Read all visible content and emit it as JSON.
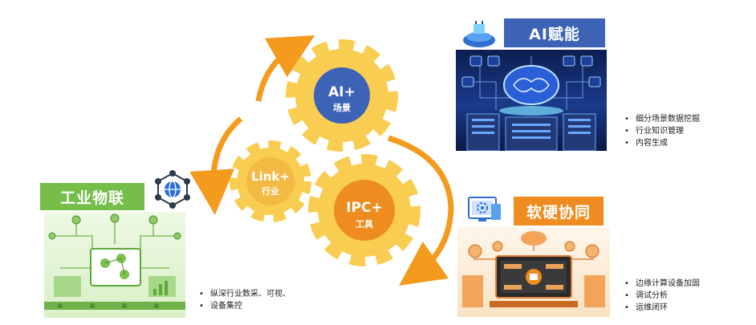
{
  "gears": {
    "ai": {
      "line1": "AI+",
      "line2": "场景"
    },
    "link": {
      "line1": "Link+",
      "line2": "行业"
    },
    "ipc": {
      "line1": "IPC+",
      "line2": "工具"
    }
  },
  "ai_section": {
    "title": "AI赋能",
    "bullets": [
      "细分场景数据挖掘",
      "行业知识管理",
      "内容生成"
    ]
  },
  "hardware_section": {
    "title": "软硬协同",
    "bullets": [
      "边缘计算设备加固",
      "调试分析",
      "运维闭环"
    ]
  },
  "iot_section": {
    "title": "工业物联",
    "bullets": [
      "纵深行业数采、可视、",
      "设备集控"
    ]
  },
  "colors": {
    "gear_yellow": "#f8cd52",
    "ai_blue": "#3c63b6",
    "hardware_orange": "#ef8c1f",
    "iot_green": "#76bd4a",
    "arrow_orange": "#f49a1c"
  },
  "icons": {
    "ai": "cloud-chip-icon",
    "hardware": "monitor-gear-icon",
    "iot": "network-globe-icon"
  }
}
